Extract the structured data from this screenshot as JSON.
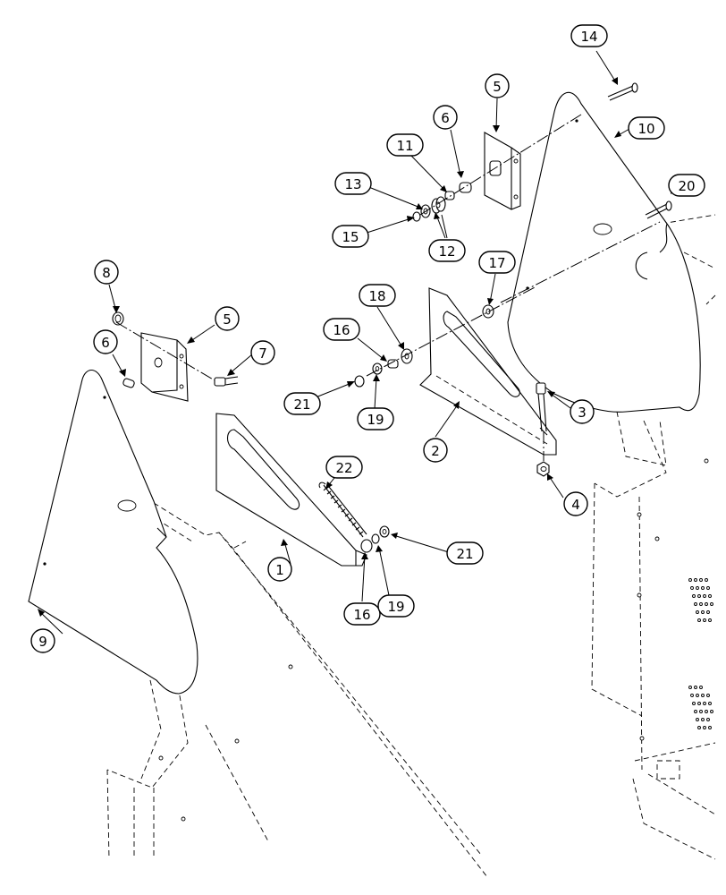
{
  "callouts": [
    {
      "id": "c1",
      "label": "1"
    },
    {
      "id": "c2",
      "label": "2"
    },
    {
      "id": "c3",
      "label": "3"
    },
    {
      "id": "c4",
      "label": "4"
    },
    {
      "id": "c5a",
      "label": "5"
    },
    {
      "id": "c5b",
      "label": "5"
    },
    {
      "id": "c6a",
      "label": "6"
    },
    {
      "id": "c6b",
      "label": "6"
    },
    {
      "id": "c7",
      "label": "7"
    },
    {
      "id": "c8",
      "label": "8"
    },
    {
      "id": "c9",
      "label": "9"
    },
    {
      "id": "c10",
      "label": "10"
    },
    {
      "id": "c11",
      "label": "11"
    },
    {
      "id": "c12",
      "label": "12"
    },
    {
      "id": "c13",
      "label": "13"
    },
    {
      "id": "c14",
      "label": "14"
    },
    {
      "id": "c15",
      "label": "15"
    },
    {
      "id": "c16a",
      "label": "16"
    },
    {
      "id": "c16b",
      "label": "16"
    },
    {
      "id": "c17",
      "label": "17"
    },
    {
      "id": "c18",
      "label": "18"
    },
    {
      "id": "c19a",
      "label": "19"
    },
    {
      "id": "c19b",
      "label": "19"
    },
    {
      "id": "c20",
      "label": "20"
    },
    {
      "id": "c21a",
      "label": "21"
    },
    {
      "id": "c21b",
      "label": "21"
    },
    {
      "id": "c22",
      "label": "22"
    }
  ]
}
